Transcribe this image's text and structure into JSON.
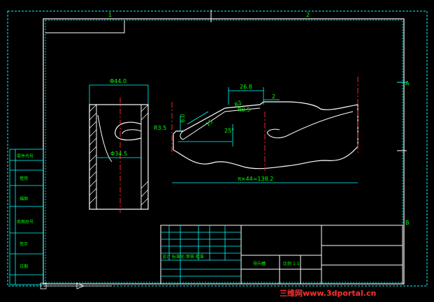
{
  "drawing": {
    "background": "#000000",
    "colors": {
      "frame": "#00ffff",
      "outline": "#ffffff",
      "centerline": "#ff2020",
      "dimension": "#00ffff",
      "dimension_text": "#00ff00",
      "watermark": "#ff3030"
    },
    "zone_marks": {
      "top_1": "1",
      "top_2": "2",
      "right_a": "A",
      "right_b": "B"
    },
    "dimensions": {
      "width_top": "Φ44.0",
      "width_inner": "Φ34.5",
      "length_slot": "26.8",
      "gap": "2",
      "radius_r2": "R2",
      "radius_r05": "R0.5",
      "radius_r35": "R3.5",
      "height_6": "6.0",
      "dim_15": "15",
      "angle_25": "25°",
      "pattern": "π×44=138.2"
    },
    "title_block": {
      "row_caption": "设计 标准化 审核 批准",
      "part_label": "导向槽",
      "scale_label": "比例 1:1"
    },
    "left_column_labels": [
      "零件代号",
      "借用",
      "描图",
      "底图总号",
      "签字",
      "日期"
    ],
    "watermark": "三维网www.3dportal.cn"
  }
}
